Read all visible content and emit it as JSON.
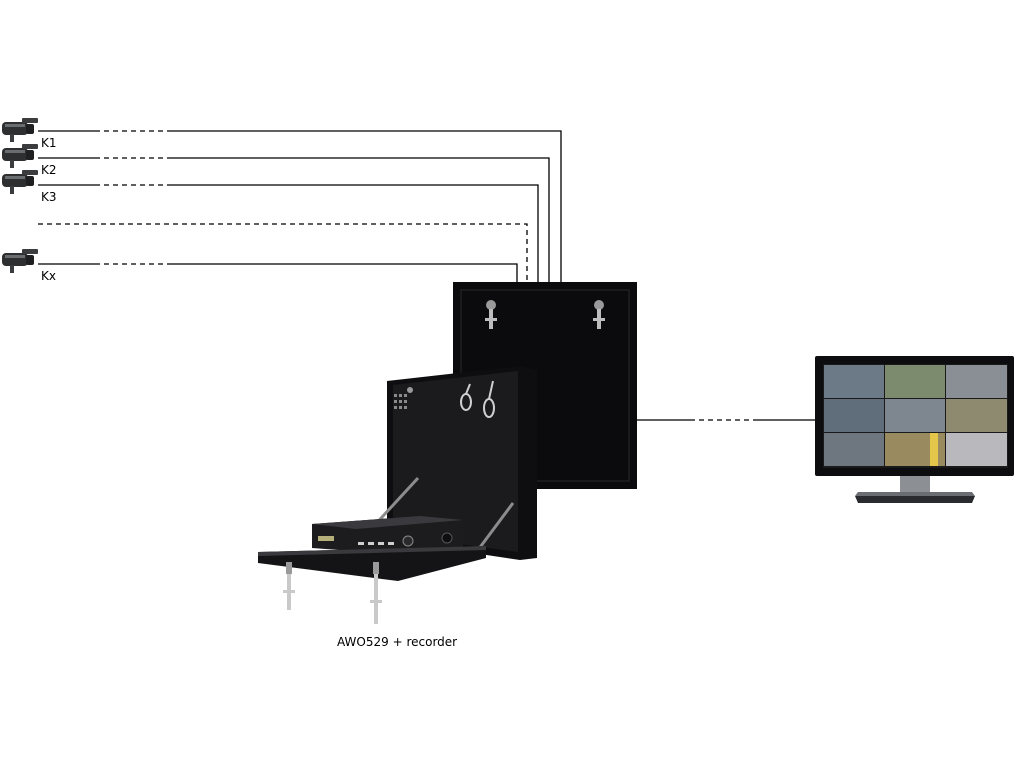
{
  "cameras": [
    {
      "label": "K1",
      "icon": "cctv-camera-icon"
    },
    {
      "label": "K2",
      "icon": "cctv-camera-icon"
    },
    {
      "label": "K3",
      "icon": "cctv-camera-icon"
    },
    {
      "label": "Kx",
      "icon": "cctv-camera-icon"
    }
  ],
  "cabinet": {
    "caption": "AWO529 + recorder"
  },
  "monitor": {
    "icon": "monitor-icon"
  },
  "colors": {
    "line": "#000000",
    "cabinet": "#0b0b0d",
    "screen": "#1a1a1a"
  }
}
